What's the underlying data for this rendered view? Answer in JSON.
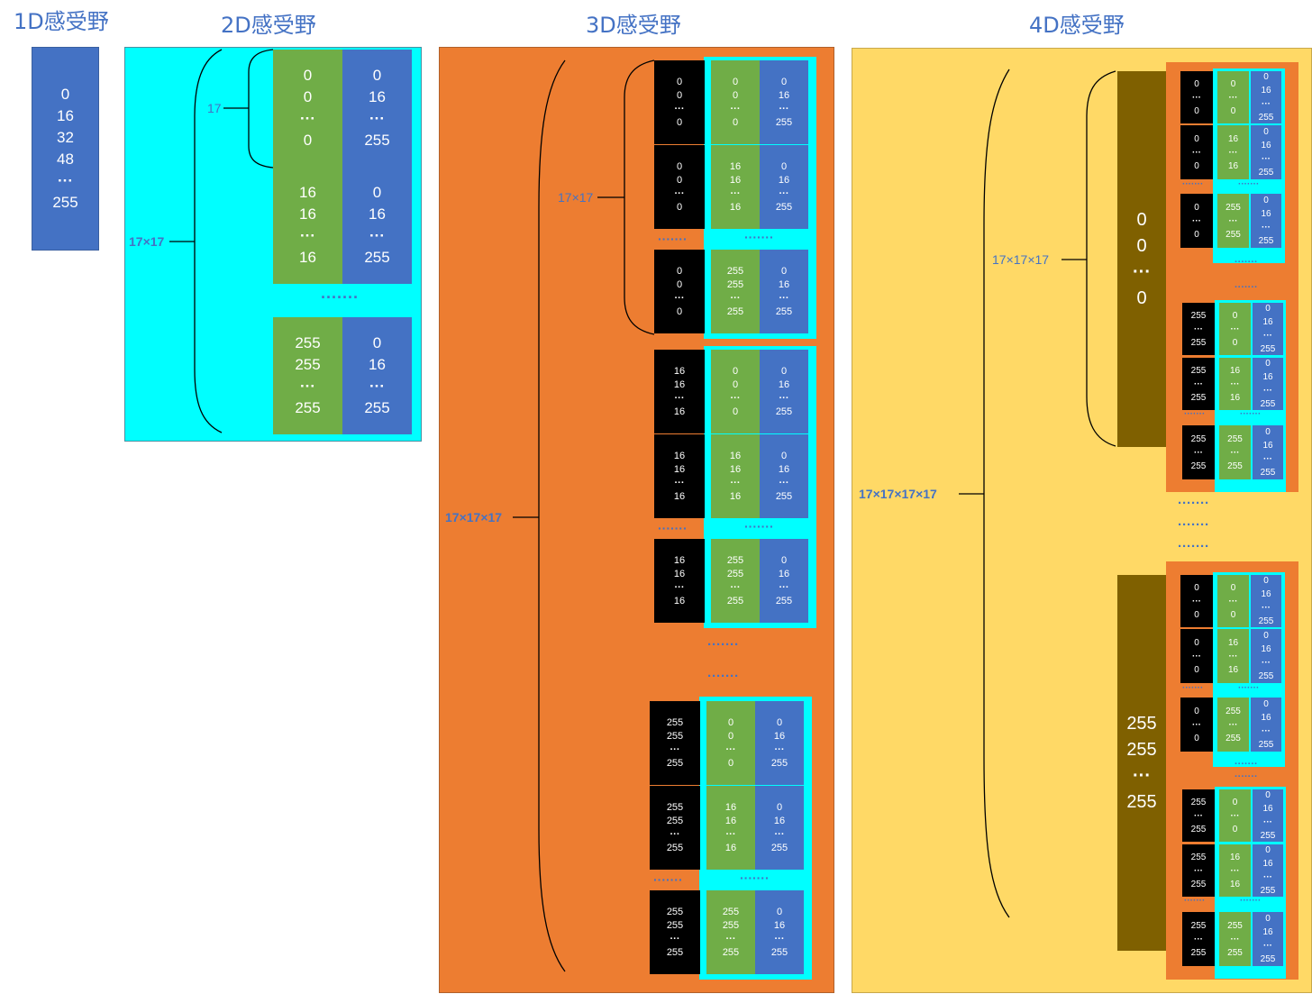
{
  "titles": {
    "d1": "1D感受野",
    "d2": "2D感受野",
    "d3": "3D感受野",
    "d4": "4D感受野"
  },
  "colors": {
    "blue": "#4472c4",
    "green": "#70ad47",
    "cyan": "#00ffff",
    "orange": "#ed7d31",
    "yellow": "#ffd966",
    "brown": "#7f6000",
    "black": "#000000"
  },
  "d1": {
    "column": [
      "0",
      "16",
      "32",
      "48",
      "···",
      "255"
    ]
  },
  "d2": {
    "label_inner": "17",
    "label_outer": "17×17",
    "ellipsis": "·······",
    "blocks": [
      {
        "green": [
          "0",
          "0",
          "···",
          "0"
        ],
        "blue": [
          "0",
          "16",
          "···",
          "255"
        ]
      },
      {
        "green": [
          "16",
          "16",
          "···",
          "16"
        ],
        "blue": [
          "0",
          "16",
          "···",
          "255"
        ]
      },
      {
        "green": [
          "255",
          "255",
          "···",
          "255"
        ],
        "blue": [
          "0",
          "16",
          "···",
          "255"
        ]
      }
    ]
  },
  "d3": {
    "label_inner": "17×17",
    "label_outer": "17×17×17",
    "ellipsis": "·······",
    "groups": [
      {
        "black": [
          [
            "0",
            "0",
            "···",
            "0"
          ],
          [
            "0",
            "0",
            "···",
            "0"
          ],
          [
            "0",
            "0",
            "···",
            "0"
          ]
        ],
        "green": [
          [
            "0",
            "0",
            "···",
            "0"
          ],
          [
            "16",
            "16",
            "···",
            "16"
          ],
          [
            "255",
            "255",
            "···",
            "255"
          ]
        ]
      },
      {
        "black": [
          [
            "16",
            "16",
            "···",
            "16"
          ],
          [
            "16",
            "16",
            "···",
            "16"
          ],
          [
            "16",
            "16",
            "···",
            "16"
          ]
        ],
        "green": [
          [
            "0",
            "0",
            "···",
            "0"
          ],
          [
            "16",
            "16",
            "···",
            "16"
          ],
          [
            "255",
            "255",
            "···",
            "255"
          ]
        ]
      },
      {
        "black": [
          [
            "255",
            "255",
            "···",
            "255"
          ],
          [
            "255",
            "255",
            "···",
            "255"
          ],
          [
            "255",
            "255",
            "···",
            "255"
          ]
        ],
        "green": [
          [
            "0",
            "0",
            "···",
            "0"
          ],
          [
            "16",
            "16",
            "···",
            "16"
          ],
          [
            "255",
            "255",
            "···",
            "255"
          ]
        ]
      }
    ],
    "blue": [
      "0",
      "16",
      "···",
      "255"
    ]
  },
  "d4": {
    "label_inner": "17×17×17",
    "label_outer": "17×17×17×17",
    "ellipsis": "·······",
    "big_top": [
      "0",
      "0",
      "···",
      "0"
    ],
    "big_bottom": [
      "255",
      "255",
      "···",
      "255"
    ],
    "black_top": [
      [
        "0",
        "···",
        "0"
      ],
      [
        "0",
        "···",
        "0"
      ],
      [
        "0",
        "···",
        "0"
      ]
    ],
    "black_bottom": [
      [
        "255",
        "···",
        "255"
      ],
      [
        "255",
        "···",
        "255"
      ],
      [
        "255",
        "···",
        "255"
      ]
    ],
    "green": [
      [
        "0",
        "···",
        "0"
      ],
      [
        "16",
        "···",
        "16"
      ],
      [
        "255",
        "···",
        "255"
      ]
    ],
    "blue": [
      "0",
      "16",
      "···",
      "255"
    ]
  }
}
